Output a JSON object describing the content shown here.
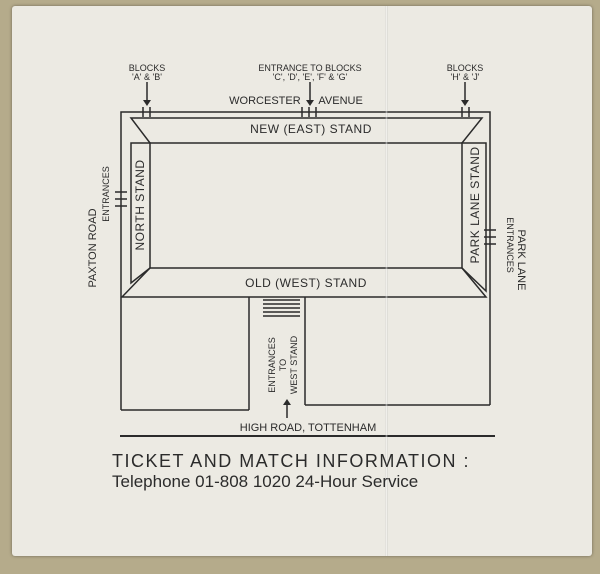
{
  "map": {
    "street_north": "WORCESTER      AVENUE",
    "street_south": "HIGH ROAD, TOTTENHAM",
    "street_west": "PAXTON ROAD",
    "street_east": "PARK LANE",
    "entrance_west_label": "ENTRANCES",
    "entrance_east_label": "ENTRANCES",
    "stands": {
      "east": "NEW (EAST) STAND",
      "west": "OLD (WEST) STAND",
      "north": "NORTH STAND",
      "south": "PARK LANE STAND"
    },
    "blocks_ab": [
      "BLOCKS",
      "'A' & 'B'"
    ],
    "blocks_cg": [
      "ENTRANCE TO BLOCKS",
      "'C', 'D', 'E', 'F' & 'G'"
    ],
    "blocks_hj": [
      "BLOCKS",
      "'H' & 'J'"
    ],
    "west_stand_entrances": [
      "ENTRANCES",
      "TO",
      "WEST STAND"
    ]
  },
  "info": {
    "title": "TICKET AND MATCH INFORMATION :",
    "telephone": "Telephone 01-808 1020 24-Hour Service"
  }
}
